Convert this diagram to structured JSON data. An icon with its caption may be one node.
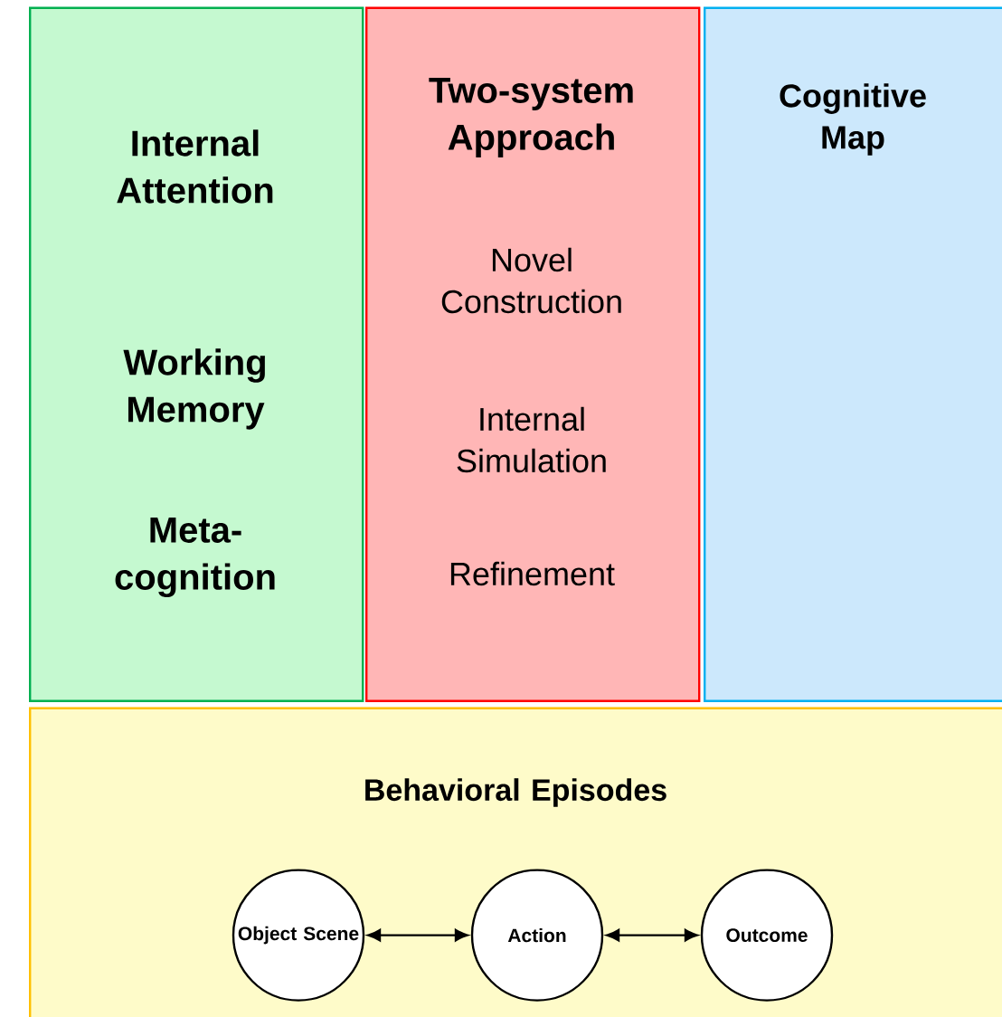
{
  "diagram": {
    "nodes": [
      {
        "text": [
          "Internal Attention",
          "Working Memory",
          "Meta-cognition"
        ]
      },
      {
        "text": [
          "Two-system Approach",
          "Novel Construction",
          "Internal Simulation",
          "Refinement"
        ]
      },
      {
        "text": [
          "Cognitive Map"
        ]
      },
      {
        "text": [
          "Behavioral Episodes"
        ]
      },
      {
        "text": [
          "Object Scene"
        ],
        "in": 3
      },
      {
        "text": [
          "Action"
        ],
        "in": 3
      },
      {
        "text": [
          "Outcome"
        ],
        "in": 3
      }
    ],
    "edges": [
      {
        "from": 4,
        "to": 5,
        "arrow": "both"
      },
      {
        "from": 5,
        "to": 6,
        "arrow": "both"
      }
    ]
  }
}
